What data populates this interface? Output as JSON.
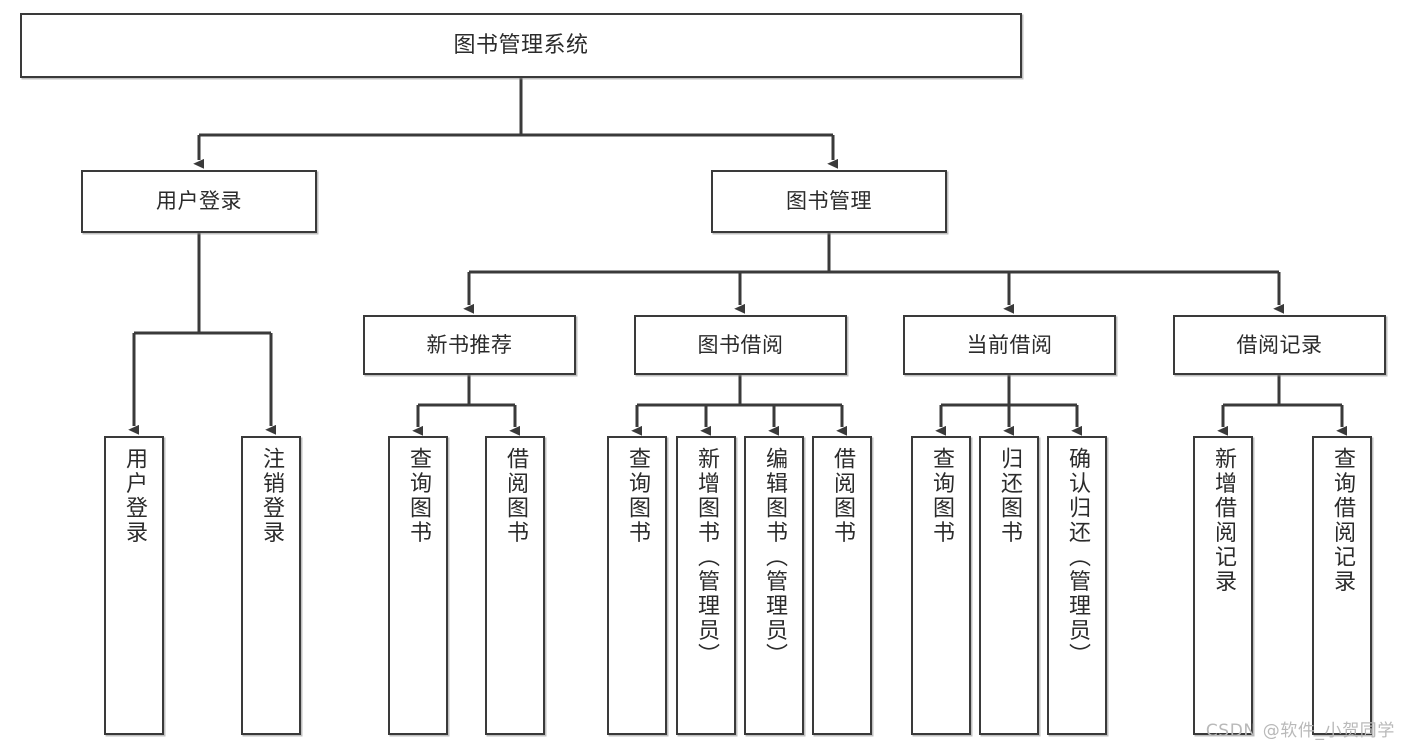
{
  "diagram": {
    "title": "图书管理系统",
    "type": "tree-hierarchy",
    "orientation": "top-down",
    "colors": {
      "node_border": "#3a3a3a",
      "node_fill": "#ffffff",
      "edge": "#3a3a3a",
      "text": "#2b2b2b",
      "watermark": "#b9b9b9",
      "background": "#ffffff"
    }
  },
  "watermark": {
    "text": "CSDN @软件_小贺同学"
  },
  "nodes": {
    "root": {
      "label": "图书管理系统",
      "level": 0
    },
    "user_login": {
      "label": "用户登录",
      "level": 1
    },
    "book_manage": {
      "label": "图书管理",
      "level": 1
    },
    "new_book_rec": {
      "label": "新书推荐",
      "level": 2
    },
    "book_borrow": {
      "label": "图书借阅",
      "level": 2
    },
    "current_borrow": {
      "label": "当前借阅",
      "level": 2
    },
    "borrow_record": {
      "label": "借阅记录",
      "level": 2
    },
    "leaf_user_login": {
      "label": "用户登录",
      "level": 2,
      "parent": "用户登录"
    },
    "leaf_logout": {
      "label": "注销登录",
      "level": 2,
      "parent": "用户登录"
    },
    "leaf_query_book_1": {
      "label": "查询图书",
      "level": 3,
      "parent": "新书推荐"
    },
    "leaf_borrow_book_1": {
      "label": "借阅图书",
      "level": 3,
      "parent": "新书推荐"
    },
    "leaf_query_book_2": {
      "label": "查询图书",
      "level": 3,
      "parent": "图书借阅"
    },
    "leaf_add_book": {
      "label": "新增图书（管理员）",
      "level": 3,
      "parent": "图书借阅"
    },
    "leaf_edit_book": {
      "label": "编辑图书（管理员）",
      "level": 3,
      "parent": "图书借阅"
    },
    "leaf_borrow_book_2": {
      "label": "借阅图书",
      "level": 3,
      "parent": "图书借阅"
    },
    "leaf_query_book_3": {
      "label": "查询图书",
      "level": 3,
      "parent": "当前借阅"
    },
    "leaf_return_book": {
      "label": "归还图书",
      "level": 3,
      "parent": "当前借阅"
    },
    "leaf_confirm_return": {
      "label": "确认归还（管理员）",
      "level": 3,
      "parent": "当前借阅"
    },
    "leaf_add_record": {
      "label": "新增借阅记录",
      "level": 3,
      "parent": "借阅记录"
    },
    "leaf_query_record": {
      "label": "查询借阅记录",
      "level": 3,
      "parent": "借阅记录"
    }
  },
  "tree": {
    "label": "图书管理系统",
    "children": [
      {
        "label": "用户登录",
        "children": [
          {
            "label": "用户登录",
            "children": []
          },
          {
            "label": "注销登录",
            "children": []
          }
        ]
      },
      {
        "label": "图书管理",
        "children": [
          {
            "label": "新书推荐",
            "children": [
              {
                "label": "查询图书",
                "children": []
              },
              {
                "label": "借阅图书",
                "children": []
              }
            ]
          },
          {
            "label": "图书借阅",
            "children": [
              {
                "label": "查询图书",
                "children": []
              },
              {
                "label": "新增图书（管理员）",
                "children": []
              },
              {
                "label": "编辑图书（管理员）",
                "children": []
              },
              {
                "label": "借阅图书",
                "children": []
              }
            ]
          },
          {
            "label": "当前借阅",
            "children": [
              {
                "label": "查询图书",
                "children": []
              },
              {
                "label": "归还图书",
                "children": []
              },
              {
                "label": "确认归还（管理员）",
                "children": []
              }
            ]
          },
          {
            "label": "借阅记录",
            "children": [
              {
                "label": "新增借阅记录",
                "children": []
              },
              {
                "label": "查询借阅记录",
                "children": []
              }
            ]
          }
        ]
      }
    ]
  }
}
